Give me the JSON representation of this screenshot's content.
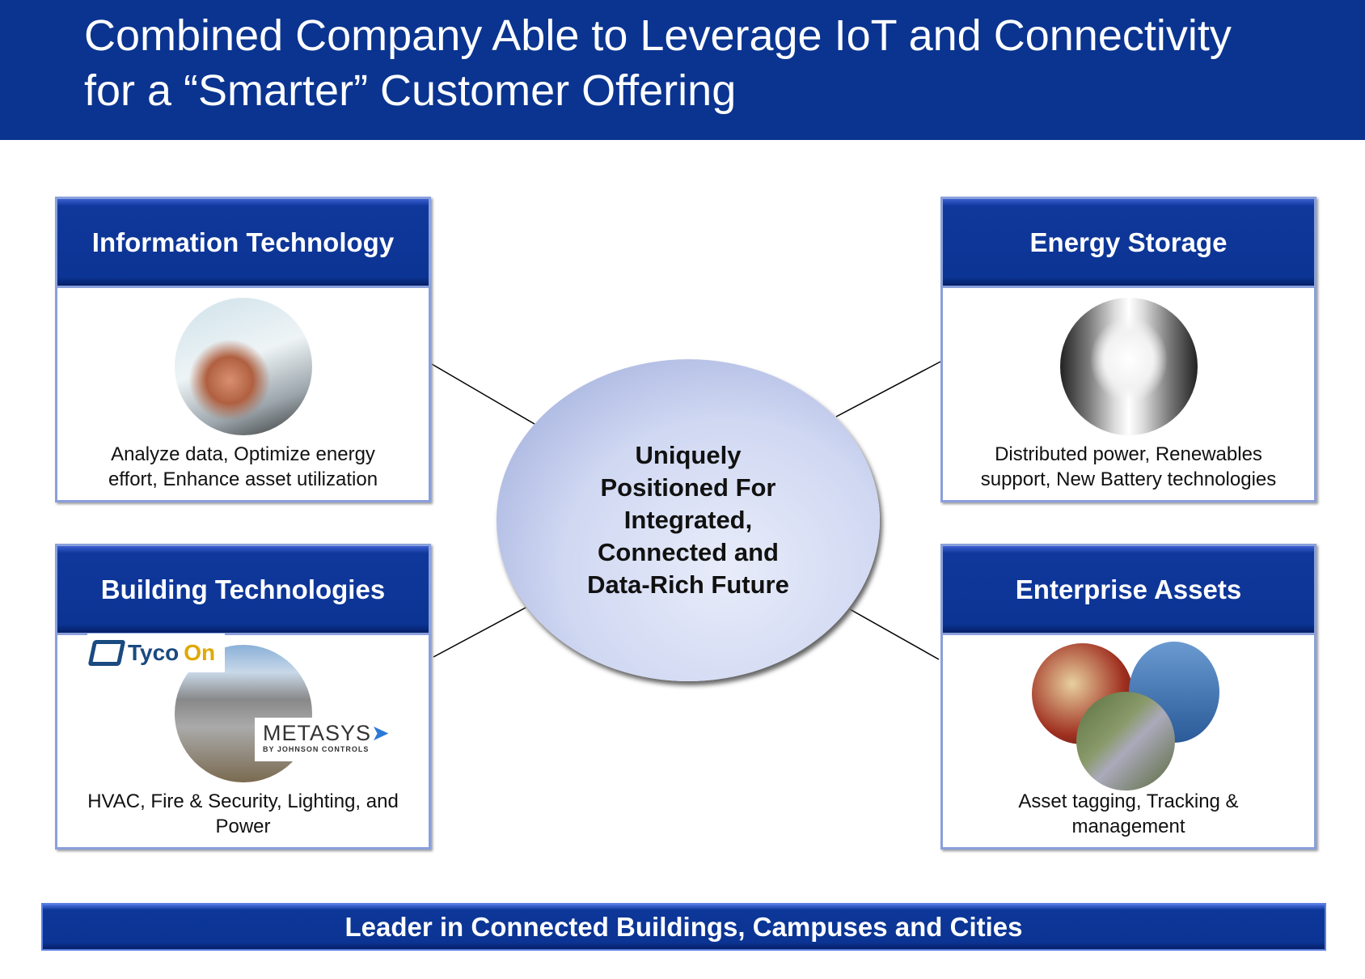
{
  "title": {
    "line1": "Combined Company Able to Leverage IoT and Connectivity",
    "line2": "for a “Smarter” Customer Offering"
  },
  "center": {
    "lines": [
      "Uniquely",
      "Positioned For",
      "Integrated,",
      "Connected and",
      "Data-Rich Future"
    ]
  },
  "boxes": [
    {
      "title": "Information Technology",
      "desc1": "Analyze data, Optimize energy",
      "desc2": "effort, Enhance asset utilization"
    },
    {
      "title": "Energy Storage",
      "desc1": "Distributed power, Renewables",
      "desc2": "support, New Battery technologies"
    },
    {
      "title": "Building Technologies",
      "desc1": "HVAC, Fire & Security, Lighting, and",
      "desc2": "Power"
    },
    {
      "title": "Enterprise Assets",
      "desc1": "Asset tagging, Tracking &",
      "desc2": "management"
    }
  ],
  "logos": {
    "tyco": "Tyco",
    "on": "On",
    "metasys": "METASYS",
    "metasys_sub": "BY JOHNSON CONTROLS"
  },
  "footer": "Leader in Connected Buildings, Campuses and Cities",
  "colors": {
    "brand": "#0a3490",
    "accent": "#8aa0dc"
  }
}
